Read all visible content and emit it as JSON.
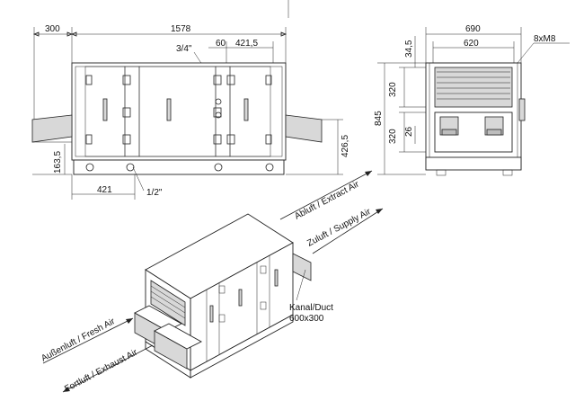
{
  "front_view": {
    "dims": {
      "overall_left": "300",
      "overall_length": "1578",
      "pipe_size": "3/4\"",
      "offset_60": "60",
      "offset_4215": "421,5",
      "height_1635": "163,5",
      "height_4265": "426,5",
      "bottom_421": "421",
      "drain_size": "1/2\""
    }
  },
  "side_view": {
    "dims": {
      "width_690": "690",
      "width_620": "620",
      "bolts": "8xM8",
      "top_345": "34,5",
      "height_845": "845",
      "duct_320_top": "320",
      "duct_320_bottom": "320",
      "offset_26": "26"
    }
  },
  "iso_view": {
    "labels": {
      "extract_air": "Abluft / Extract Air",
      "supply_air": "Zuluft / Supply Air",
      "fresh_air": "Außenluft / Fresh Air",
      "exhaust_air": "Fortluft / Exhaust Air",
      "duct_label": "Kanal/Duct",
      "duct_size": "600x300"
    }
  }
}
